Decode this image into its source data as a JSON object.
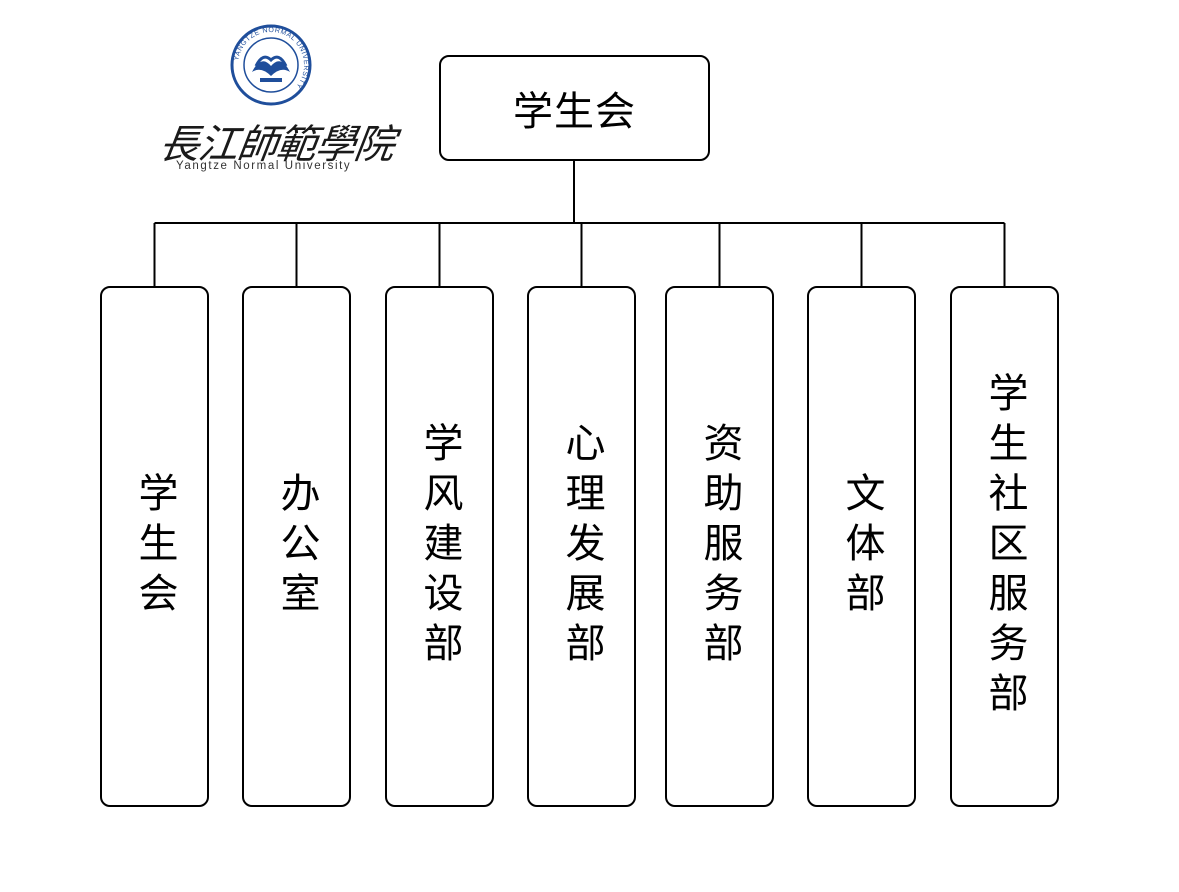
{
  "logo": {
    "chinese_name": "長江師範學院",
    "english_name": "Yangtze Normal University",
    "seal_ring_text": "YANGTZE NORMAL UNIVERSITY"
  },
  "colors": {
    "line": "#000000",
    "box_border": "#000000",
    "seal_blue": "#1f4e9b"
  },
  "diagram": {
    "type": "org-chart",
    "root": {
      "label": "学生会"
    },
    "children": [
      {
        "id": "student-union",
        "label": "学生会"
      },
      {
        "id": "office",
        "label": "办公室"
      },
      {
        "id": "study-style",
        "label": "学风建设部"
      },
      {
        "id": "psychology",
        "label": "心理发展部"
      },
      {
        "id": "financial-aid",
        "label": "资助服务部"
      },
      {
        "id": "arts-sports",
        "label": "文体部"
      },
      {
        "id": "community",
        "label": "学生社区服务部"
      }
    ]
  }
}
